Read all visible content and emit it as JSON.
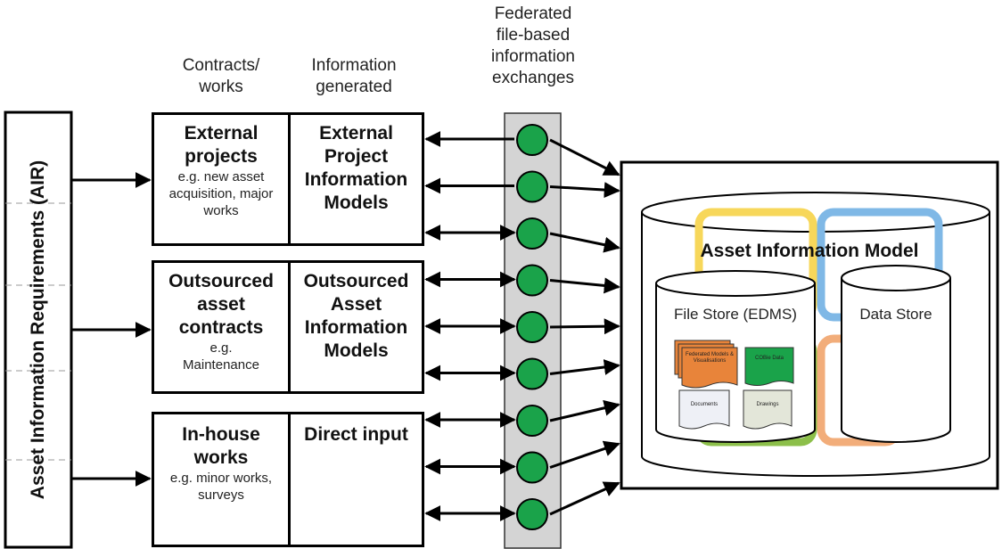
{
  "headers": {
    "contracts": "Contracts/\nworks",
    "information": "Information\ngenerated",
    "federated": "Federated\nfile-based\ninformation\nexchanges"
  },
  "air": {
    "label": "Asset Information Requirements (AIR)"
  },
  "rows": [
    {
      "contract_title": "External projects",
      "contract_desc": "e.g. new asset acquisition, major works",
      "info": "External Project Information Models"
    },
    {
      "contract_title": "Outsourced asset contracts",
      "contract_desc": "e.g. Maintenance",
      "info": "Outsourced Asset Information Models"
    },
    {
      "contract_title": "In-house works",
      "contract_desc": "e.g. minor works, surveys",
      "info": "Direct input"
    }
  ],
  "exchange_nodes": 9,
  "aim": {
    "title": "Asset Information Model",
    "file_store": "File Store (EDMS)",
    "data_store": "Data Store",
    "docs": [
      {
        "label": "Federated Models & Visualisations",
        "color": "#e8843a"
      },
      {
        "label": "COBie Data",
        "color": "#1aa34a"
      },
      {
        "label": "Documents",
        "color": "#eef0f6"
      },
      {
        "label": "Drawings",
        "color": "#e3e6d9"
      }
    ]
  },
  "colors": {
    "node_fill": "#1aa34a",
    "column_fill": "#d4d4d4",
    "yellow": "#f7d75a",
    "blue": "#7fb8e6",
    "orange": "#f2ad7a",
    "green": "#8cbf4a"
  }
}
